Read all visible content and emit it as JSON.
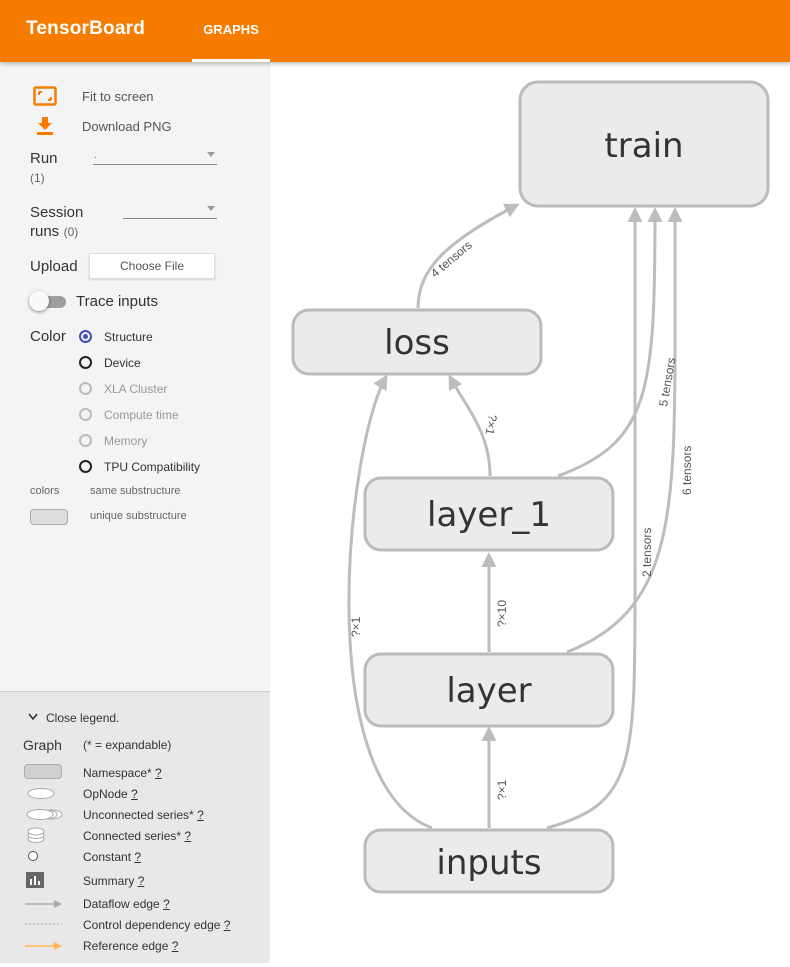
{
  "app": {
    "title": "TensorBoard",
    "tab": "GRAPHS"
  },
  "sidebar": {
    "fit_label": "Fit to screen",
    "download_label": "Download PNG",
    "run_label": "Run",
    "run_count": "(1)",
    "run_value": ".",
    "session_label_1": "Session",
    "session_label_2": "runs",
    "session_count": "(0)",
    "session_value": "",
    "upload_label": "Upload",
    "choose_file": "Choose File",
    "trace_label": "Trace inputs",
    "color_label": "Color",
    "color_options": [
      "Structure",
      "Device",
      "XLA Cluster",
      "Compute time",
      "Memory",
      "TPU Compatibility"
    ],
    "colors_label": "colors",
    "same_sub": "same substructure",
    "unique_sub": "unique substructure"
  },
  "legend": {
    "close": "Close legend.",
    "graph": "Graph",
    "expandable": "(* = expandable)",
    "items": [
      "Namespace*",
      "OpNode",
      "Unconnected series*",
      "Connected series*",
      "Constant",
      "Summary",
      "Dataflow edge",
      "Control dependency edge",
      "Reference edge"
    ],
    "help": "?"
  },
  "graph": {
    "nodes": {
      "train": "train",
      "loss": "loss",
      "layer_1": "layer_1",
      "layer": "layer",
      "inputs": "inputs"
    },
    "edges": {
      "loss_train": "4 tensors",
      "layer1_loss": "?×1",
      "layer_layer1": "?×10",
      "inputs_layer": "?×1",
      "inputs_loss": "?×1",
      "inputs_train": "2 tensors",
      "layer1_train": "5 tensors",
      "layer_train": "6 tensors"
    }
  },
  "colors": {
    "header": "#f57c00",
    "accent": "#3f51b5",
    "reference_edge": "#ffb74d"
  },
  "icons": {
    "fit": "fit-to-screen-icon",
    "download": "download-icon"
  }
}
